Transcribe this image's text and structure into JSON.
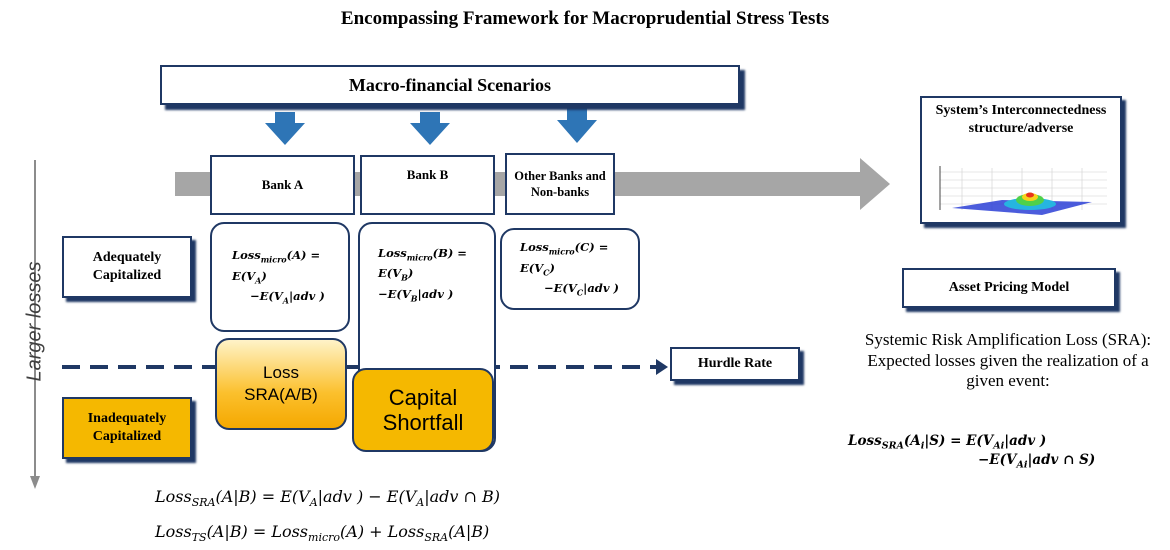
{
  "title": "Encompassing Framework for Macroprudential Stress Tests",
  "scenarios_label": "Macro-financial Scenarios",
  "banks": {
    "a": "Bank A",
    "b": "Bank B",
    "other": "Other Banks and Non-banks"
  },
  "losses": {
    "a": {
      "line1": "Loss",
      "sub1": "micro",
      "rest1": "(A) =",
      "line2": "E(V",
      "sub2": "A",
      "rest2": ")",
      "line3": "−E(V",
      "sub3": "A",
      "rest3": "|adv )"
    },
    "b": {
      "line1": "Loss",
      "sub1": "micro",
      "rest1": "(B) =",
      "line2": "E(V",
      "sub2": "B",
      "rest2": ")",
      "line3": "−E(V",
      "sub3": "B",
      "rest3": "|adv )"
    },
    "c": {
      "line1": "Loss",
      "sub1": "micro",
      "rest1": "(C) =",
      "line2": "E(V",
      "sub2": "C",
      "rest2": ")",
      "line3": "−E(V",
      "sub3": "C",
      "rest3": "|adv )"
    }
  },
  "loss_sra_label": "Loss SRA(A/B)",
  "capital_shortfall": "Capital Shortfall",
  "adequately_capitalized": "Adequately Capitalized",
  "inadequately_capitalized": "Inadequately Capitalized",
  "larger_losses": "Larger losses",
  "hurdle_rate": "Hurdle Rate",
  "system_box": "System’s Interconnectedness structure/adverse",
  "asset_pricing": "Asset Pricing Model",
  "sra_description": "Systemic Risk Amplification Loss (SRA): Expected losses given the realization of a given event:",
  "sra_formula": {
    "p1": "Loss",
    "s1": "SRA",
    "p2": "(A",
    "s2": "i",
    "p3": "|S) = E(V",
    "s3": "Ai",
    "p4": "|adv )",
    "p5": "−E(V",
    "s5": "Ai",
    "p6": "|adv ∩ S)"
  },
  "bottom_eq1": {
    "p1": "Loss",
    "s1": "SRA",
    "p2": "(A|B) = E(V",
    "s2": "A",
    "p3": "|adv ) − E(V",
    "s3": "A",
    "p4": "|adv  ∩ B)"
  },
  "bottom_eq2": {
    "p1": "Loss",
    "s1": "TS",
    "p2": "(A|B) = Loss",
    "s2": "micro",
    "p3": "(A) + Loss",
    "s3": "SRA",
    "p4": "(A|B)"
  },
  "colors": {
    "navy": "#1f3864",
    "arrow_blue": "#2e75b6",
    "gray_arrow": "#a6a6a6",
    "gold": "#f5b800",
    "dashed": "#1f3864"
  }
}
